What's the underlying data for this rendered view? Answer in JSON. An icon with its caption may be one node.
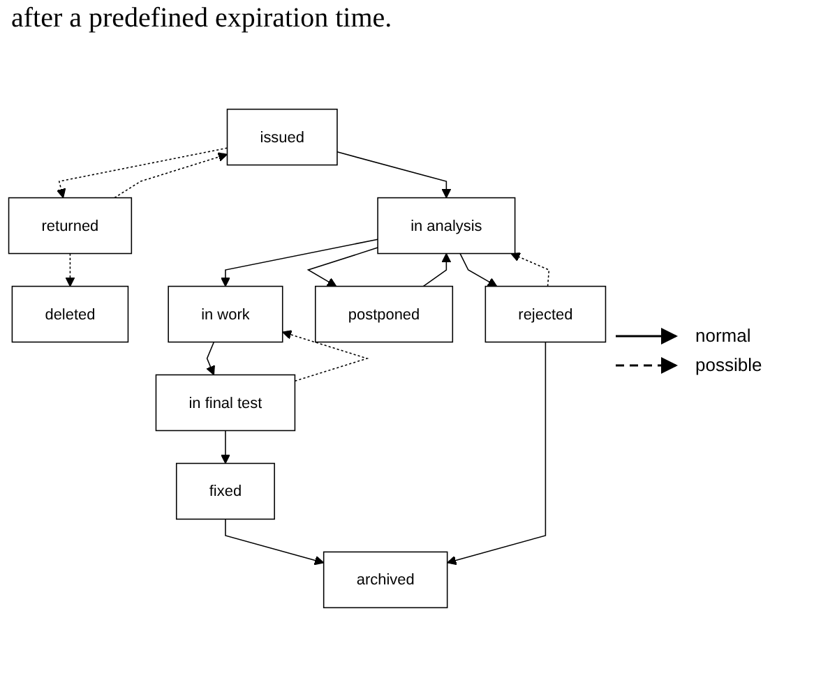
{
  "diagram": {
    "nodes": [
      {
        "text": [
          "deleted"
        ]
      },
      {
        "text": [
          "issued"
        ]
      },
      {
        "text": [
          "returned"
        ]
      },
      {
        "text": [
          "rejected"
        ]
      },
      {
        "text": [
          "in analysis"
        ]
      },
      {
        "text": [
          "postponed"
        ]
      },
      {
        "text": [
          "in work"
        ]
      },
      {
        "text": [
          "in final test"
        ]
      },
      {
        "text": [
          "fixed"
        ]
      },
      {
        "text": [
          "archived"
        ]
      }
    ],
    "edges": [
      {
        "from": 1,
        "to": 2,
        "arrow": "to",
        "style": "dashed"
      },
      {
        "from": 2,
        "to": 1,
        "arrow": "to",
        "style": "dashed"
      },
      {
        "from": 2,
        "to": 0,
        "arrow": "to",
        "style": "dashed"
      },
      {
        "from": 1,
        "to": 4,
        "arrow": "to"
      },
      {
        "from": 3,
        "to": 4,
        "arrow": "to",
        "style": "dashed"
      },
      {
        "from": 4,
        "to": 3,
        "arrow": "to"
      },
      {
        "from": 4,
        "to": 5,
        "arrow": "to"
      },
      {
        "from": 5,
        "to": 4,
        "arrow": "to"
      },
      {
        "from": 4,
        "to": 6,
        "arrow": "to"
      },
      {
        "from": 6,
        "to": 7,
        "arrow": "to"
      },
      {
        "from": 7,
        "to": 6,
        "arrow": "to",
        "style": "dashed"
      },
      {
        "from": 7,
        "to": 8,
        "arrow": "to"
      },
      {
        "from": 8,
        "to": 9,
        "arrow": "to"
      },
      {
        "from": 3,
        "to": 9,
        "arrow": "to"
      }
    ],
    "labels": [
      "after a predefined expiration time."
    ],
    "legend": [
      {
        "text": "normal"
      },
      {
        "text": "possible"
      }
    ]
  }
}
